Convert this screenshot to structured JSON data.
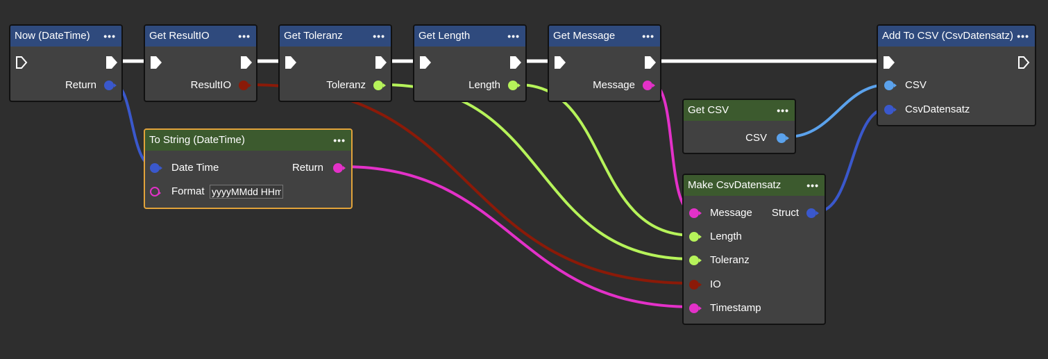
{
  "colors": {
    "exec": "#ffffff",
    "datetime": "#3a58cc",
    "resultio": "#8b1a08",
    "float": "#b6f35a",
    "string": "#e331c8",
    "csv": "#5ba2ec",
    "struct": "#3a58cc",
    "selected_border": "#e2a33a"
  },
  "nodes": {
    "now": {
      "title": "Now (DateTime)",
      "menu": "•••",
      "out_label": "Return"
    },
    "get_result_io": {
      "title": "Get ResultIO",
      "menu": "•••",
      "out_label": "ResultIO"
    },
    "get_toleranz": {
      "title": "Get Toleranz",
      "menu": "•••",
      "out_label": "Toleranz"
    },
    "get_length": {
      "title": "Get Length",
      "menu": "•••",
      "out_label": "Length"
    },
    "get_message": {
      "title": "Get Message",
      "menu": "•••",
      "out_label": "Message"
    },
    "add_to_csv": {
      "title": "Add To CSV (CsvDatensatz)",
      "menu": "•••",
      "in_csv": "CSV",
      "in_record": "CsvDatensatz"
    },
    "to_string": {
      "title": "To String (DateTime)",
      "menu": "•••",
      "in_datetime": "Date Time",
      "out_label": "Return",
      "in_format": "Format",
      "format_value": "yyyyMMdd HHmmss"
    },
    "get_csv": {
      "title": "Get CSV",
      "menu": "•••",
      "out_label": "CSV"
    },
    "make_record": {
      "title": "Make CsvDatensatz",
      "menu": "•••",
      "in_message": "Message",
      "out_struct": "Struct",
      "in_length": "Length",
      "in_toleranz": "Toleranz",
      "in_io": "IO",
      "in_timestamp": "Timestamp"
    }
  }
}
